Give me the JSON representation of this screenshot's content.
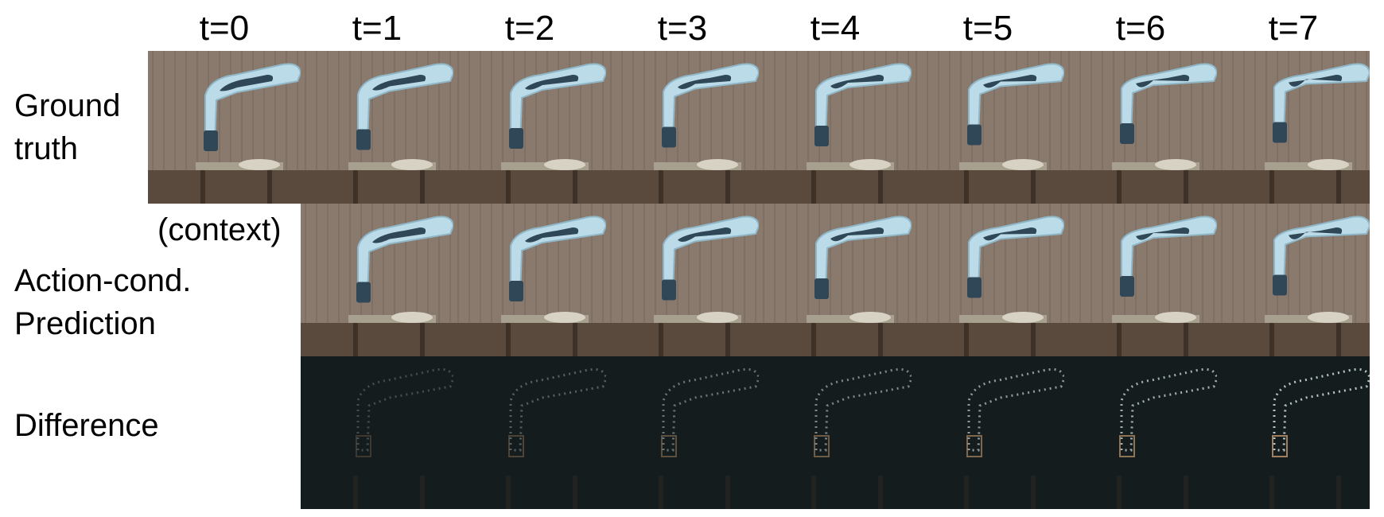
{
  "column_headers": [
    "t=0",
    "t=1",
    "t=2",
    "t=3",
    "t=4",
    "t=5",
    "t=6",
    "t=7"
  ],
  "row_labels": {
    "ground_truth": [
      "Ground",
      "truth"
    ],
    "prediction": [
      "Action-cond.",
      "Prediction"
    ],
    "difference": "Difference"
  },
  "context_label": "(context)",
  "colors": {
    "wall": "#8a7a6e",
    "table": "#5a4a3e",
    "robot": "#bcdbe8",
    "robot_dark": "#2f4756",
    "diff_bg": "#141c1e",
    "diff_fg": "#cfe0e6"
  }
}
